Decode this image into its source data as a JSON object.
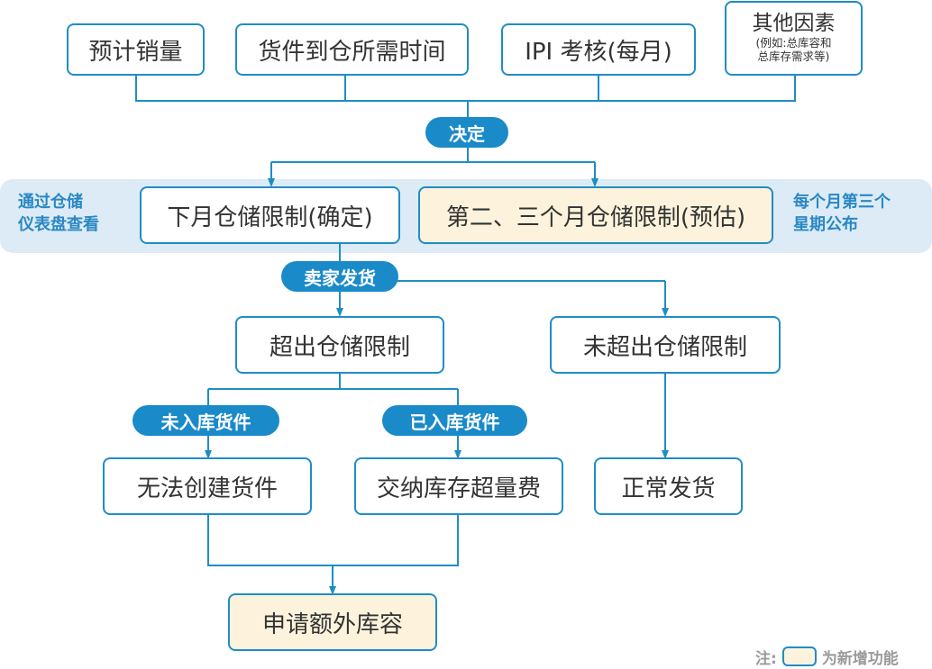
{
  "top_inputs": {
    "sales": "预计销量",
    "transit": "货件到仓所需时间",
    "ipi": "IPI 考核(每月)",
    "other_title": "其他因素",
    "other_detail_1": "(例如:总库容和",
    "other_detail_2": "总库存需求等)"
  },
  "decide_label": "决定",
  "limits_band": {
    "left_note_1": "通过仓储",
    "left_note_2": "仪表盘查看",
    "next_month": "下月仓储限制(确定)",
    "later_months": "第二、三个月仓储限制(预估)",
    "right_note_1": "每个月第三个",
    "right_note_2": "星期公布"
  },
  "ship_label": "卖家发货",
  "over_limit": "超出仓储限制",
  "under_limit": "未超出仓储限制",
  "not_received_label": "未入库货件",
  "received_label": "已入库货件",
  "cannot_create": "无法创建货件",
  "overage_fee": "交纳库存超量费",
  "normal_ship": "正常发货",
  "apply_extra": "申请额外库容",
  "legend": {
    "prefix": "注:",
    "suffix": "为新增功能"
  },
  "colors": {
    "accent": "#1a8ac9",
    "border": "#1f8dc4",
    "new_feature_fill": "#fdf3dc",
    "band": "#dcebf5"
  }
}
